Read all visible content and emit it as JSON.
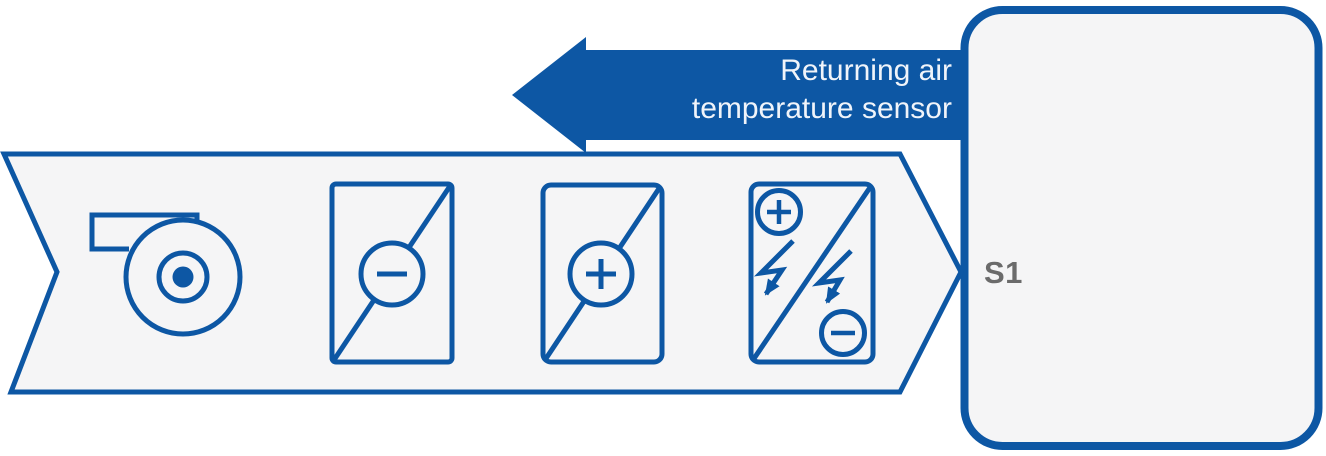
{
  "colors": {
    "primary_blue": "#0d57a4",
    "panel_fill": "#f5f5f6",
    "background": "#ffffff",
    "label_gray": "#6b6b6b",
    "arrow_text": "#f0f4fa"
  },
  "return_arrow": {
    "direction": "left",
    "label_line1": "Returning air",
    "label_line2": "temperature sensor"
  },
  "unit": {
    "label": "S1"
  },
  "air_path": {
    "icons": [
      "fan-icon",
      "cooling-coil-minus-icon",
      "heating-coil-plus-icon",
      "electric-heater-icon"
    ]
  }
}
